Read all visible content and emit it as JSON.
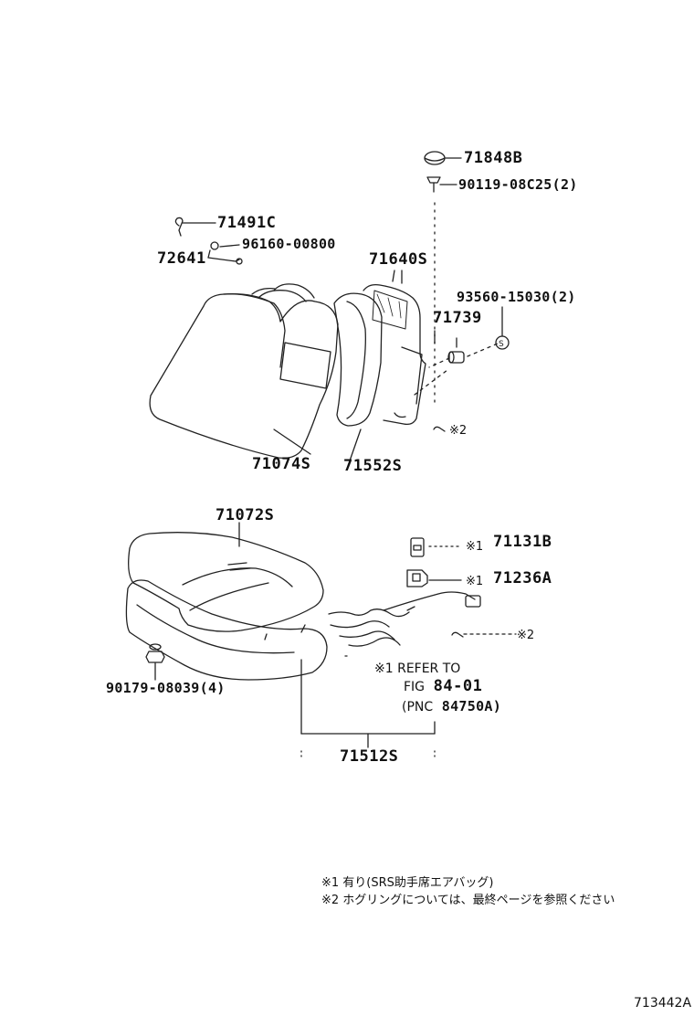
{
  "parts": {
    "p71848B": "71848B",
    "p90119": "90119-08C25(2)",
    "p71491C": "71491C",
    "p96160": "96160-00800",
    "p72641": "72641",
    "p71640S": "71640S",
    "p93560": "93560-15030(2)",
    "p71739": "71739",
    "mark2_upper": "※2",
    "p71074S": "71074S",
    "p71552S": "71552S",
    "p71072S": "71072S",
    "mark1_a": "※1",
    "p71131B": "71131B",
    "mark1_b": "※1",
    "p71236A": "71236A",
    "mark2_lower": "※2",
    "p90179": "90179-08039(4)",
    "p71512S": "71512S"
  },
  "reference": {
    "line1": "※1 REFER TO",
    "line2_prefix": "FIG",
    "line2_code": "84-01",
    "line3_prefix": "(PNC",
    "line3_code": "84750A)"
  },
  "notes": [
    "※1  有り(SRS助手席エアバッグ)",
    "※2  ホグリングについては、最終ページを参照ください"
  ],
  "figure_id": "713442A"
}
